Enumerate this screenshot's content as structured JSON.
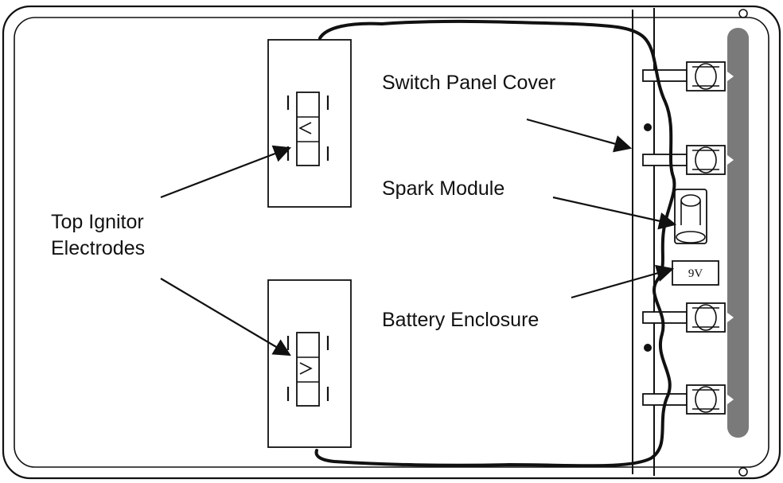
{
  "labels": {
    "switch_panel_cover": "Switch Panel Cover",
    "spark_module": "Spark Module",
    "battery_enclosure": "Battery Enclosure",
    "top_ignitor_line1": "Top Ignitor",
    "top_ignitor_line2": "Electrodes",
    "battery_voltage": "9V"
  },
  "colors": {
    "line": "#111111",
    "rail": "#7a7a7a",
    "background": "#ffffff"
  }
}
